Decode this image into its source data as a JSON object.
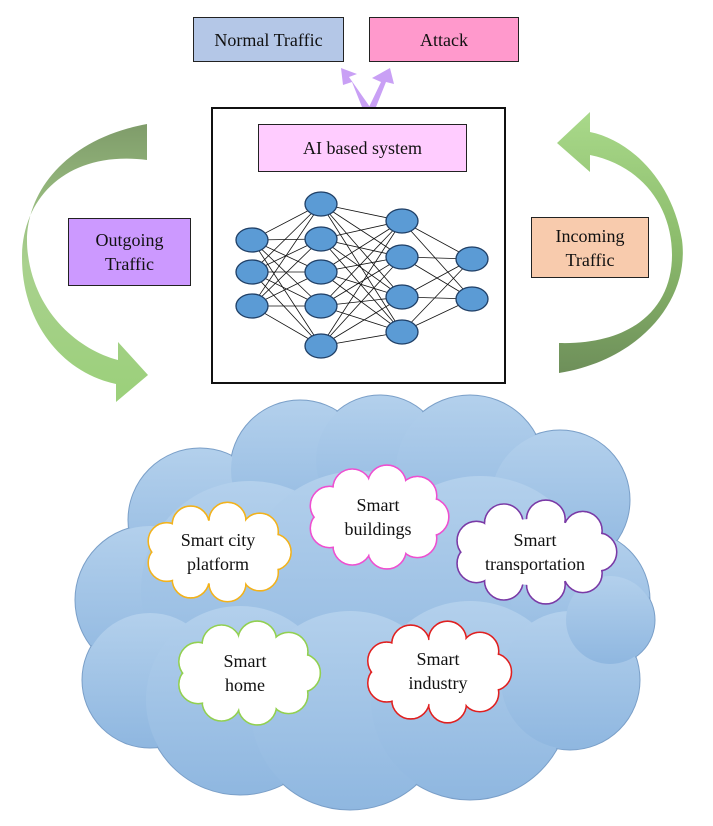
{
  "colors": {
    "normal_fill": "#b4c7e7",
    "attack_fill": "#ff99cc",
    "ai_title_fill": "#ffccff",
    "outgoing_fill": "#cc99ff",
    "incoming_fill": "#f8cbad",
    "node_fill": "#5b9bd5",
    "node_stroke": "#1f3f66",
    "cloud_fill": "#9dc3e6",
    "up_arrow": "#c9a0f5",
    "curved_arrow": "#92c47a"
  },
  "icons": {
    "up_arrows": "upward-arrow-icon",
    "left_arrow": "curved-arrow-icon",
    "right_arrow": "curved-arrow-icon"
  },
  "outputs": {
    "normal": "Normal Traffic",
    "attack": "Attack"
  },
  "ai_system": {
    "title": "AI based system",
    "network_layers": [
      3,
      5,
      4,
      2
    ]
  },
  "traffic": {
    "outgoing": [
      "Outgoing",
      "Traffic"
    ],
    "incoming": [
      "Incoming",
      "Traffic"
    ]
  },
  "domains": [
    {
      "lines": [
        "Smart city",
        "platform"
      ],
      "color": "#f2b21c"
    },
    {
      "lines": [
        "Smart",
        "buildings"
      ],
      "color": "#ee4fd0"
    },
    {
      "lines": [
        "Smart",
        "transportation"
      ],
      "color": "#7a3aa6"
    },
    {
      "lines": [
        "Smart",
        "home"
      ],
      "color": "#92d050"
    },
    {
      "lines": [
        "Smart",
        "industry"
      ],
      "color": "#e02020"
    }
  ]
}
